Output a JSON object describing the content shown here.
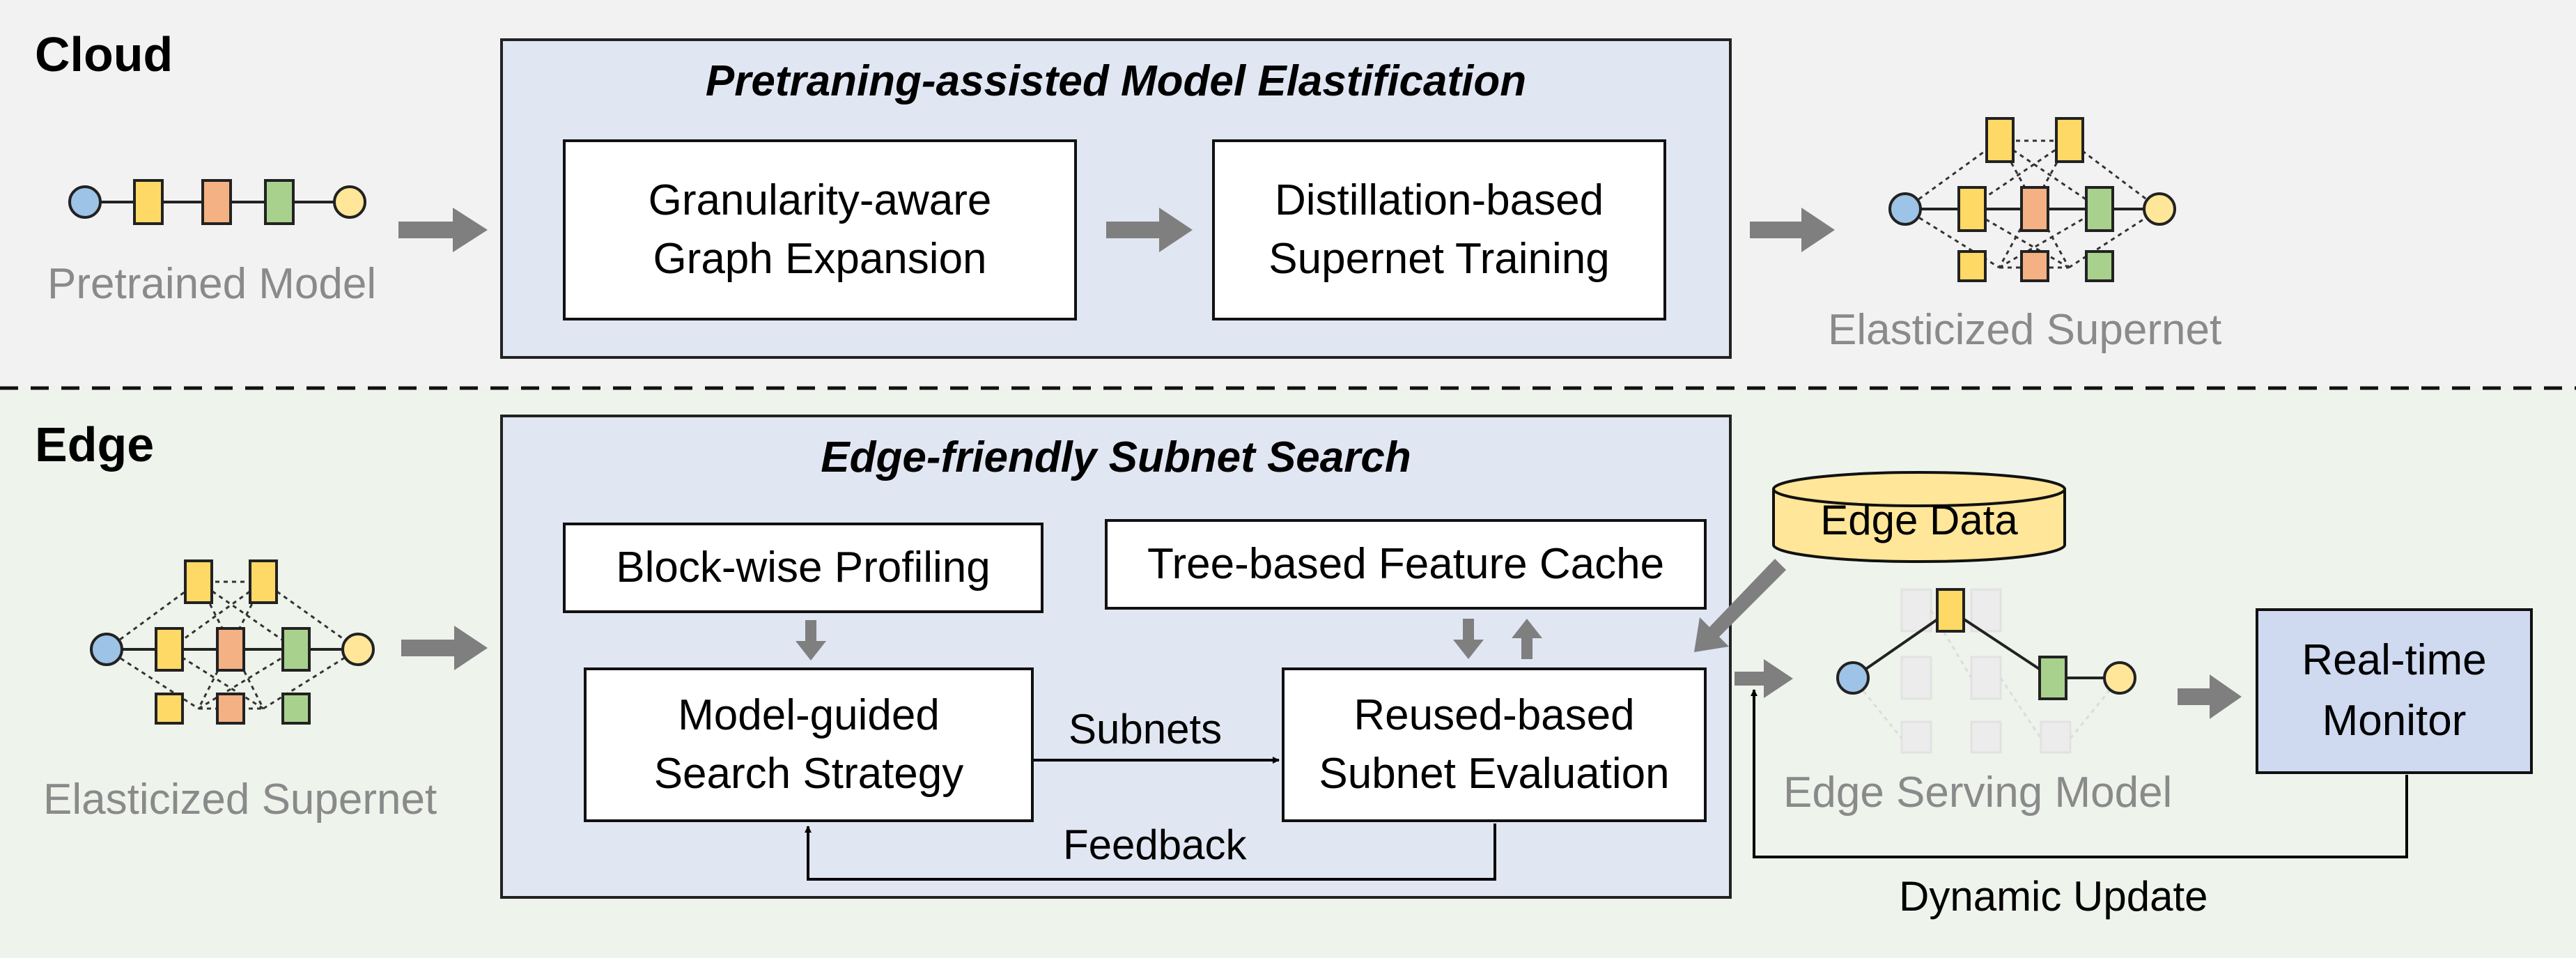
{
  "cloud": {
    "title": "Cloud",
    "panel_title": "Pretraning-assisted Model Elastification",
    "box1": "Granularity-aware\nGraph Expansion",
    "box2": "Distillation-based\nSupernet Training",
    "input_label": "Pretrained Model",
    "output_label": "Elasticized Supernet"
  },
  "edge": {
    "title": "Edge",
    "panel_title": "Edge-friendly Subnet Search",
    "profiling": "Block-wise Profiling",
    "cache": "Tree-based Feature Cache",
    "strategy": "Model-guided\nSearch Strategy",
    "evaluation": "Reused-based\nSubnet Evaluation",
    "subnets_label": "Subnets",
    "feedback_label": "Feedback",
    "input_label": "Elasticized Supernet",
    "data_label": "Edge Data",
    "serving_label": "Edge Serving Model",
    "monitor": "Real-time\nMonitor",
    "update_label": "Dynamic Update"
  },
  "colors": {
    "yellow": "#ffd966",
    "orange": "#f4b183",
    "green": "#a9d18e",
    "blue": "#9dc3e6",
    "panel": "#e1e6f3",
    "monitor": "#cfd9f0",
    "arrow": "#7f7f7f"
  }
}
